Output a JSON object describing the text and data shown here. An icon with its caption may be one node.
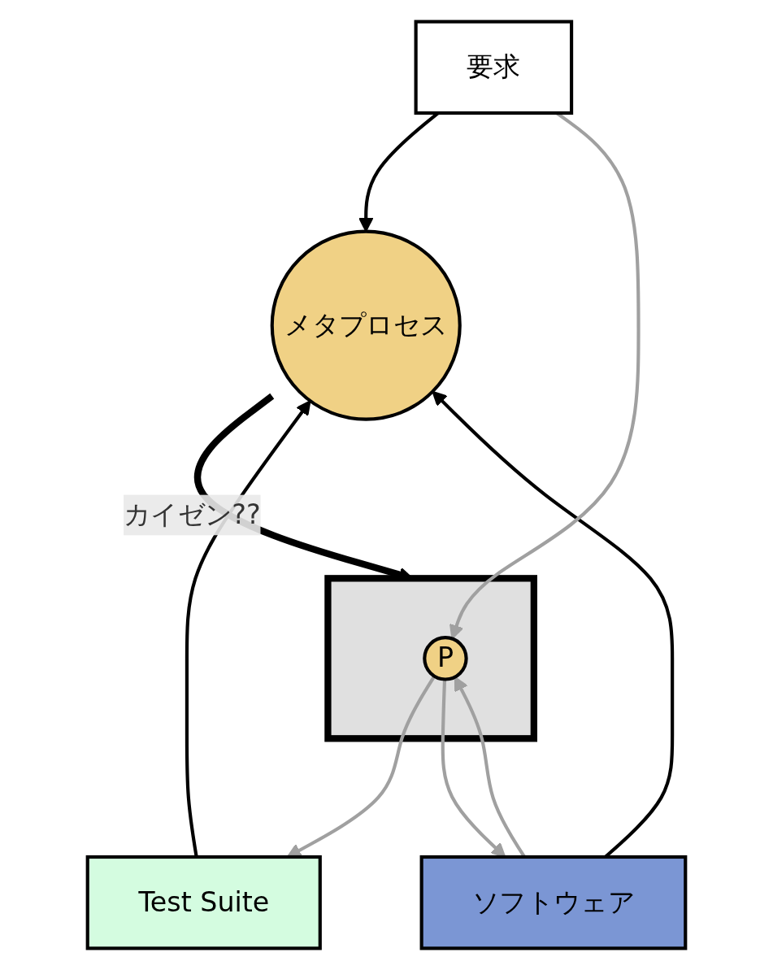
{
  "diagram": {
    "nodes": [
      {
        "text": [
          "メタプロセス"
        ]
      },
      {
        "text": [
          "Test Suite"
        ]
      },
      {
        "text": [
          "要求"
        ]
      },
      {
        "text": [],
        "shape": "box"
      },
      {
        "text": [
          "P"
        ],
        "in": 3
      },
      {
        "text": [
          "ソフトウェア"
        ]
      }
    ],
    "edges": [
      {
        "from": 1,
        "to": 0,
        "arrow": "to"
      },
      {
        "from": 2,
        "to": 0,
        "arrow": "to"
      },
      {
        "from": 0,
        "to": 3,
        "arrow": "to",
        "label": "カイゼン??",
        "style": "thick"
      },
      {
        "from": 5,
        "to": 0,
        "arrow": "to"
      },
      {
        "from": 2,
        "to": 4,
        "arrow": "to",
        "color": "#a0a0a0"
      },
      {
        "from": 4,
        "to": 1,
        "arrow": "to",
        "color": "#a0a0a0"
      },
      {
        "from": 4,
        "to": 5,
        "arrow": "to",
        "color": "#a0a0a0"
      },
      {
        "from": 5,
        "to": 4,
        "arrow": "to",
        "color": "#a0a0a0"
      }
    ]
  }
}
